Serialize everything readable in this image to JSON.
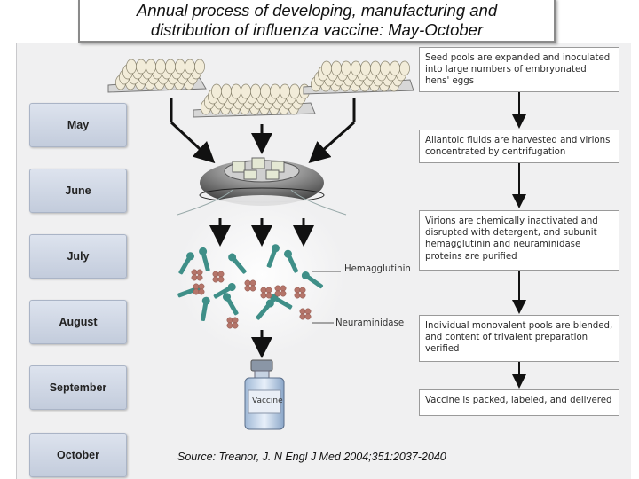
{
  "title": {
    "line1": "Annual process of developing, manufacturing and",
    "line2": "distribution of influenza vaccine: May-October"
  },
  "months": [
    "May",
    "June",
    "July",
    "August",
    "September",
    "October"
  ],
  "steps": [
    "Seed pools are expanded and inoculated into large numbers of embryonated hens' eggs",
    "Allantoic fluids are harvested and virions concentrated by centrifugation",
    "Virions are chemically inactivated and disrupted with detergent, and subunit hemagglutinin and neuraminidase proteins are purified",
    "Individual monovalent pools are blended, and content of trivalent preparation verified",
    "Vaccine is packed, labeled, and delivered"
  ],
  "labels": {
    "hemagglutinin": "Hemagglutinin",
    "neuraminidase": "Neuraminidase",
    "vial": "Vaccine"
  },
  "source": "Source: Treanor, J. N Engl J Med 2004;351:2037-2040",
  "colors": {
    "month_box": "#c9d1e0",
    "egg": "#f2ecd9",
    "hemagglutinin": "#3f8f88",
    "neuraminidase": "#b5756a",
    "vial_cap": "#8a96a6",
    "vial_label": "#e9eef6"
  }
}
